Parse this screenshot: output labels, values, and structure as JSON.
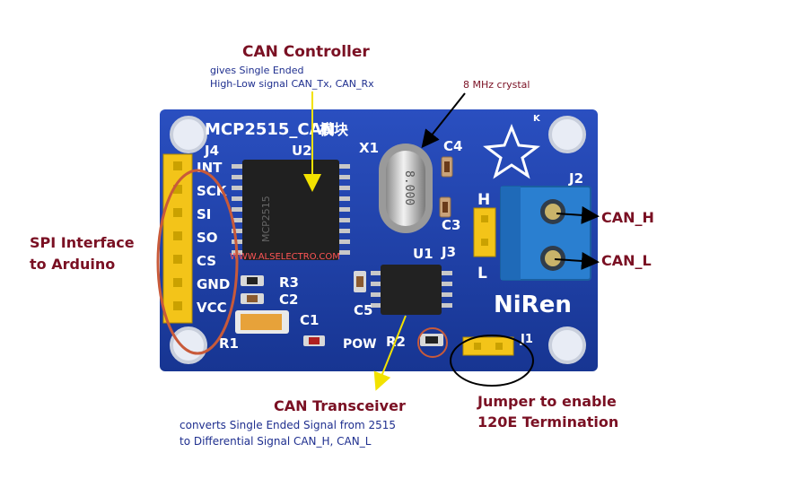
{
  "annotations": {
    "can_controller": {
      "title": "CAN Controller",
      "line1": "gives Single Ended",
      "line2": "High-Low signal CAN_Tx, CAN_Rx"
    },
    "crystal": {
      "label": "8 MHz crystal"
    },
    "spi": {
      "line1": "SPI Interface",
      "line2": "to Arduino"
    },
    "can_h": {
      "label": "CAN_H"
    },
    "can_l": {
      "label": "CAN_L"
    },
    "transceiver": {
      "title": "CAN Transceiver",
      "line1": "converts Single Ended Signal from 2515",
      "line2": "to Differential Signal CAN_H, CAN_L"
    },
    "jumper": {
      "line1": "Jumper to enable",
      "line2": "120E Termination"
    }
  },
  "board": {
    "title": "MCP2515_CAN",
    "chinese_mark": "模块",
    "k_mark": "K",
    "brand": "NiRen",
    "watermark": "WWW.ALSELECTRO.COM",
    "crystal_text": "8.000",
    "chip_u2_text": "MCP2515",
    "pins": [
      "INT",
      "SCK",
      "SI",
      "SO",
      "CS",
      "GND",
      "VCC"
    ],
    "labels": {
      "j4": "J4",
      "u2": "U2",
      "x1": "X1",
      "c4": "C4",
      "c3": "C3",
      "h": "H",
      "l": "L",
      "j3": "J3",
      "u1": "U1",
      "j2": "J2",
      "r3": "R3",
      "c2": "C2",
      "c1": "C1",
      "r1": "R1",
      "c5": "C5",
      "pow": "POW",
      "r2": "R2",
      "j1": "J1"
    }
  },
  "colors": {
    "title": "#7a1023",
    "subtitle": "#1f2f8f",
    "pcb": "#1f3fa8",
    "header": "#f3c419",
    "terminal": "#2a7fd0",
    "highlight_ellipse": "#c85a3a",
    "arrow_yellow": "#f2e200"
  }
}
